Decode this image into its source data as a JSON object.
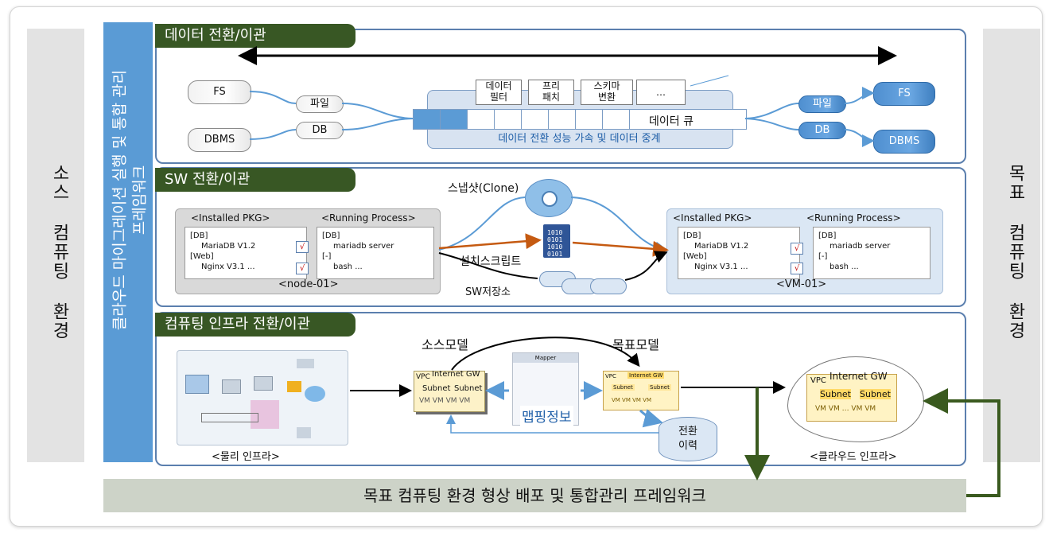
{
  "left_label": "소스 컴퓨팅 환경",
  "right_label": "목표 컴퓨팅 환경",
  "framework_title_line1": "클라우드 마이그레이션 실행 및 통합 관리",
  "framework_title_line2": "프레임워크",
  "bottom_bar": "목표 컴퓨팅 환경 형상 배포 및  통합관리 프레임워크",
  "data_panel": {
    "title": "데이터 전환/이관",
    "src_fs": "FS",
    "src_dbms": "DBMS",
    "file": "파일",
    "db": "DB",
    "chips": [
      "데이터\n필터",
      "프리\n패치",
      "스키마\n변환",
      "…"
    ],
    "queue_label": "데이터 큐",
    "queue_caption": "데이터 전환 성능 가속 및 데이터 중계",
    "dst_file": "파일",
    "dst_db": "DB",
    "dst_fs": "FS",
    "dst_dbms": "DBMS"
  },
  "sw_panel": {
    "title": "SW 전환/이관",
    "snapshot": "스냅샷(Clone)",
    "install_script": "설치스크립트",
    "repo": "SW저장소",
    "installed_pkg": "<Installed PKG>",
    "running_process": "<Running Process>",
    "pkg_lines": [
      "[DB]",
      "MariaDB V1.2",
      "[Web]",
      "Nginx V3.1 ..."
    ],
    "proc_lines": [
      "[DB]",
      "mariadb server",
      "[-]",
      "bash ..."
    ],
    "check": "√",
    "node_label": "<node-01>",
    "vm_label": "<VM-01>"
  },
  "infra_panel": {
    "title": "컴퓨팅 인프라 전환/이관",
    "physical_label": "<물리 인프라>",
    "source_model": "소스모델",
    "target_model": "목표모델",
    "mapper": "Mapper",
    "mapping_info": "맵핑정보",
    "history_line1": "전환",
    "history_line2": "이력",
    "cloud_label": "<클라우드 인프라>",
    "vpc": "VPC",
    "internet_gw": "Internet GW",
    "subnet": "Subnet",
    "vm": "VM",
    "dots": "..."
  },
  "colors": {
    "accent_blue": "#5a9bd5",
    "title_green": "#385724",
    "panel_border": "#5b7fae",
    "arrow_orange": "#c55a11",
    "arrow_green": "#3a5a1f"
  }
}
